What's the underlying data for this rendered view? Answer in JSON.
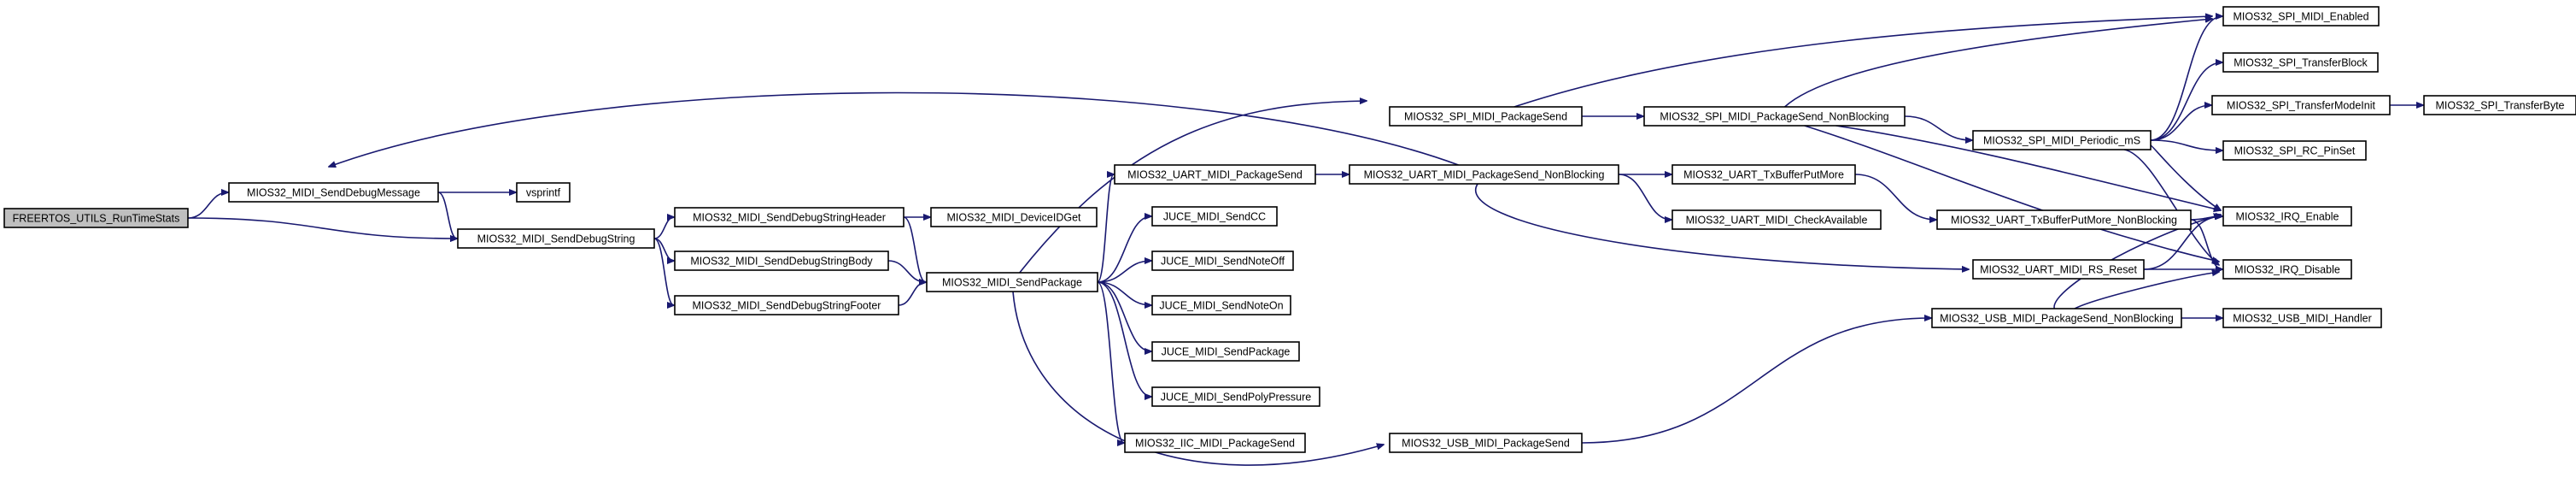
{
  "graph": {
    "nodes": [
      {
        "id": "freertos",
        "label": "FREERTOS_UTILS_RunTimeStats",
        "root": true
      },
      {
        "id": "senddebugmessage",
        "label": "MIOS32_MIDI_SendDebugMessage"
      },
      {
        "id": "vsprintf",
        "label": "vsprintf"
      },
      {
        "id": "senddebugstring",
        "label": "MIOS32_MIDI_SendDebugString"
      },
      {
        "id": "strheader",
        "label": "MIOS32_MIDI_SendDebugStringHeader"
      },
      {
        "id": "strbody",
        "label": "MIOS32_MIDI_SendDebugStringBody"
      },
      {
        "id": "strfooter",
        "label": "MIOS32_MIDI_SendDebugStringFooter"
      },
      {
        "id": "deviceidget",
        "label": "MIOS32_MIDI_DeviceIDGet"
      },
      {
        "id": "sendpackage",
        "label": "MIOS32_MIDI_SendPackage"
      },
      {
        "id": "uartpkgsend",
        "label": "MIOS32_UART_MIDI_PackageSend"
      },
      {
        "id": "jucecc",
        "label": "JUCE_MIDI_SendCC"
      },
      {
        "id": "jucenoteoff",
        "label": "JUCE_MIDI_SendNoteOff"
      },
      {
        "id": "jucenoteon",
        "label": "JUCE_MIDI_SendNoteOn"
      },
      {
        "id": "jucepkg",
        "label": "JUCE_MIDI_SendPackage"
      },
      {
        "id": "jucepoly",
        "label": "JUCE_MIDI_SendPolyPressure"
      },
      {
        "id": "iicpkg",
        "label": "MIOS32_IIC_MIDI_PackageSend"
      },
      {
        "id": "spipkgsend",
        "label": "MIOS32_SPI_MIDI_PackageSend"
      },
      {
        "id": "uartnb",
        "label": "MIOS32_UART_MIDI_PackageSend_NonBlocking"
      },
      {
        "id": "usbpkgsend",
        "label": "MIOS32_USB_MIDI_PackageSend"
      },
      {
        "id": "spinb",
        "label": "MIOS32_SPI_MIDI_PackageSend_NonBlocking"
      },
      {
        "id": "uarttxputmore",
        "label": "MIOS32_UART_TxBufferPutMore"
      },
      {
        "id": "uartcheck",
        "label": "MIOS32_UART_MIDI_CheckAvailable"
      },
      {
        "id": "usbnb",
        "label": "MIOS32_USB_MIDI_PackageSend_NonBlocking"
      },
      {
        "id": "spiperiodic",
        "label": "MIOS32_SPI_MIDI_Periodic_mS"
      },
      {
        "id": "uarttxnb",
        "label": "MIOS32_UART_TxBufferPutMore_NonBlocking"
      },
      {
        "id": "uartrsreset",
        "label": "MIOS32_UART_MIDI_RS_Reset"
      },
      {
        "id": "spienabled",
        "label": "MIOS32_SPI_MIDI_Enabled"
      },
      {
        "id": "spitransferblock",
        "label": "MIOS32_SPI_TransferBlock"
      },
      {
        "id": "spitransfermodeinit",
        "label": "MIOS32_SPI_TransferModeInit"
      },
      {
        "id": "spircpinset",
        "label": "MIOS32_SPI_RC_PinSet"
      },
      {
        "id": "irqenable",
        "label": "MIOS32_IRQ_Enable"
      },
      {
        "id": "irqdisable",
        "label": "MIOS32_IRQ_Disable"
      },
      {
        "id": "usbhandler",
        "label": "MIOS32_USB_MIDI_Handler"
      },
      {
        "id": "spitransferbyte",
        "label": "MIOS32_SPI_TransferByte"
      }
    ],
    "edges": [
      [
        "freertos",
        "senddebugmessage"
      ],
      [
        "freertos",
        "senddebugstring"
      ],
      [
        "senddebugmessage",
        "vsprintf"
      ],
      [
        "senddebugmessage",
        "senddebugstring"
      ],
      [
        "senddebugstring",
        "strheader"
      ],
      [
        "senddebugstring",
        "strbody"
      ],
      [
        "senddebugstring",
        "strfooter"
      ],
      [
        "strheader",
        "deviceidget"
      ],
      [
        "strheader",
        "sendpackage"
      ],
      [
        "strbody",
        "sendpackage"
      ],
      [
        "strfooter",
        "sendpackage"
      ],
      [
        "sendpackage",
        "spipkgsend"
      ],
      [
        "sendpackage",
        "uartpkgsend"
      ],
      [
        "sendpackage",
        "jucecc"
      ],
      [
        "sendpackage",
        "jucenoteoff"
      ],
      [
        "sendpackage",
        "jucenoteon"
      ],
      [
        "sendpackage",
        "jucepkg"
      ],
      [
        "sendpackage",
        "jucepoly"
      ],
      [
        "sendpackage",
        "iicpkg"
      ],
      [
        "sendpackage",
        "usbpkgsend"
      ],
      [
        "uartpkgsend",
        "uartnb"
      ],
      [
        "uartnb",
        "senddebugmessage"
      ],
      [
        "uartnb",
        "uarttxputmore"
      ],
      [
        "uartnb",
        "uartcheck"
      ],
      [
        "uartnb",
        "uartrsreset"
      ],
      [
        "spipkgsend",
        "spienabled"
      ],
      [
        "spipkgsend",
        "spinb"
      ],
      [
        "spinb",
        "spienabled"
      ],
      [
        "spinb",
        "spiperiodic"
      ],
      [
        "spinb",
        "irqenable"
      ],
      [
        "spinb",
        "irqdisable"
      ],
      [
        "spiperiodic",
        "spienabled"
      ],
      [
        "spiperiodic",
        "spitransferblock"
      ],
      [
        "spiperiodic",
        "spitransfermodeinit"
      ],
      [
        "spiperiodic",
        "spircpinset"
      ],
      [
        "spiperiodic",
        "irqenable"
      ],
      [
        "spiperiodic",
        "irqdisable"
      ],
      [
        "spitransfermodeinit",
        "spitransferbyte"
      ],
      [
        "uarttxputmore",
        "uarttxnb"
      ],
      [
        "uarttxnb",
        "irqenable"
      ],
      [
        "uarttxnb",
        "irqdisable"
      ],
      [
        "uartrsreset",
        "irqenable"
      ],
      [
        "uartrsreset",
        "irqdisable"
      ],
      [
        "usbpkgsend",
        "usbnb"
      ],
      [
        "usbnb",
        "irqenable"
      ],
      [
        "usbnb",
        "irqdisable"
      ],
      [
        "usbnb",
        "usbhandler"
      ]
    ]
  },
  "colors": {
    "edge": "#191970",
    "node_border": "#000000",
    "node_fill": "#ffffff",
    "root_fill": "#bfbfbf",
    "background": "#ffffff"
  }
}
